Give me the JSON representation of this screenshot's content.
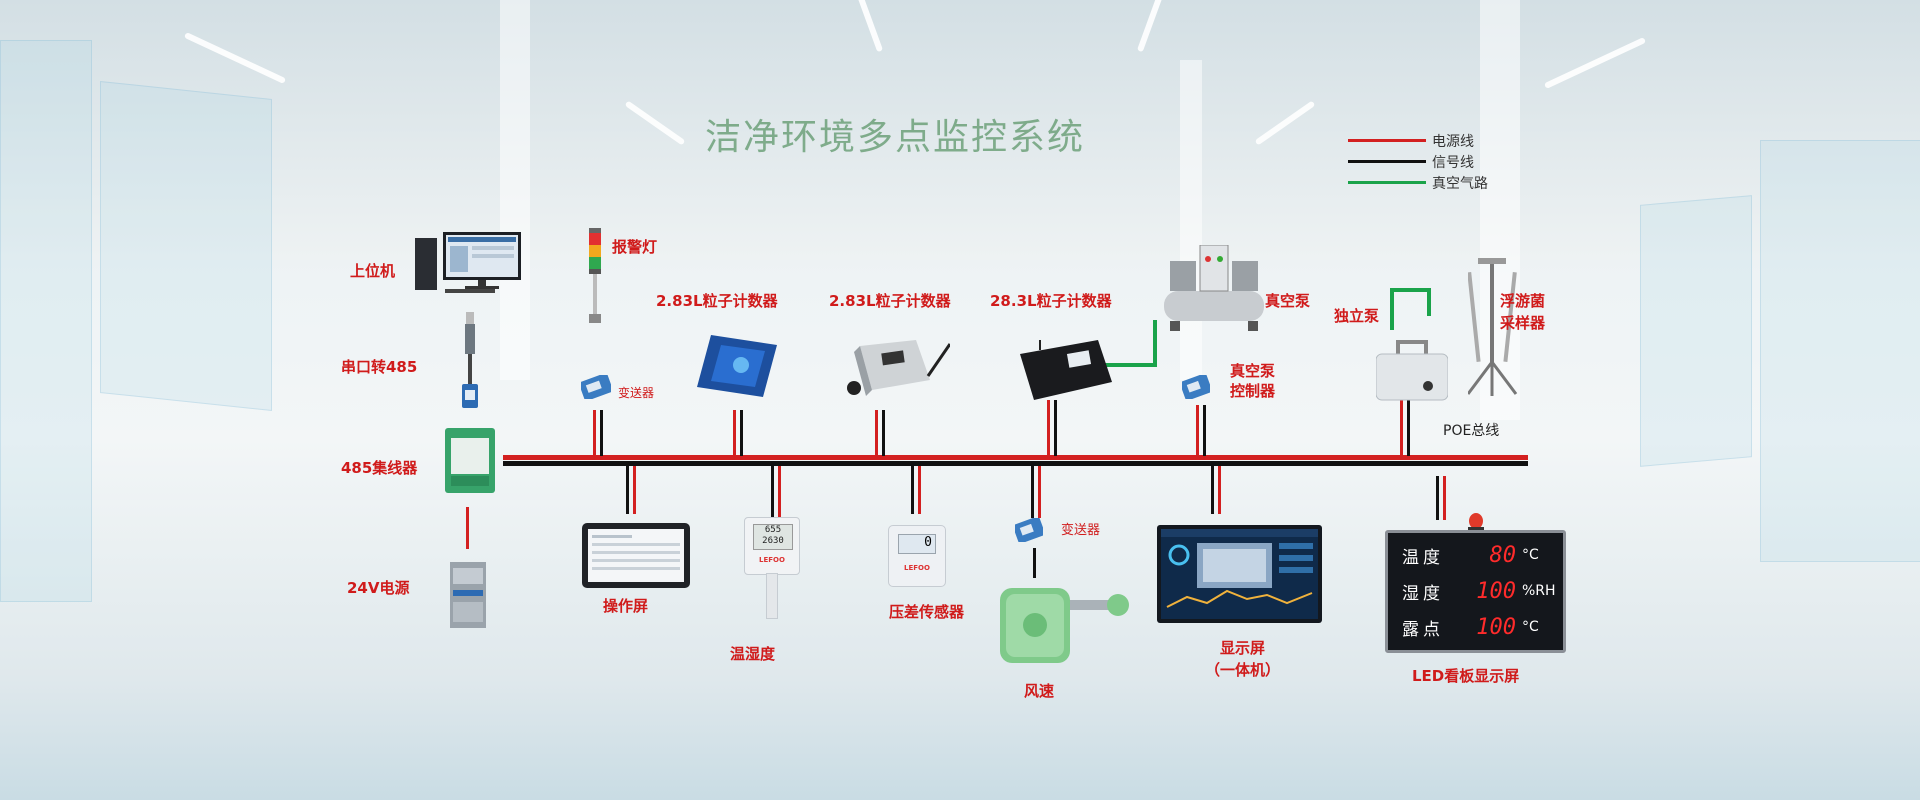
{
  "title": "洁净环境多点监控系统",
  "legend": [
    {
      "label": "电源线",
      "color": "#d32020"
    },
    {
      "label": "信号线",
      "color": "#111111"
    },
    {
      "label": "真空气路",
      "color": "#1aa34a"
    }
  ],
  "labels": {
    "host_pc": "上位机",
    "serial_485": "串口转485",
    "hub_485": "485集线器",
    "power_24v": "24V电源",
    "alarm_light": "报警灯",
    "transmitter_1": "变送器",
    "counter_283_a": "2.83L粒子计数器",
    "counter_283_b": "2.83L粒子计数器",
    "counter_283l": "28.3L粒子计数器",
    "vacuum_pump": "真空泵",
    "vacuum_controller": "真空泵\n控制器",
    "standalone_pump": "独立泵",
    "airborne_sampler": "浮游菌\n采样器",
    "poe_bus": "POE总线",
    "operation_screen": "操作屏",
    "temp_humidity": "温湿度",
    "diff_pressure": "压差传感器",
    "transmitter_2": "变送器",
    "wind_speed": "风速",
    "display_screen": "显示屏\n（一体机）",
    "led_board": "LED看板显示屏"
  },
  "led_board": {
    "rows": [
      {
        "name": "温度",
        "value": "80",
        "unit": "°C"
      },
      {
        "name": "湿度",
        "value": "100",
        "unit": "%RH"
      },
      {
        "name": "露点",
        "value": "100",
        "unit": "°C"
      }
    ]
  },
  "sensor_display": {
    "top": "655",
    "bottom": "2630"
  },
  "brand": "LEFOO",
  "gauge_digit": "0"
}
